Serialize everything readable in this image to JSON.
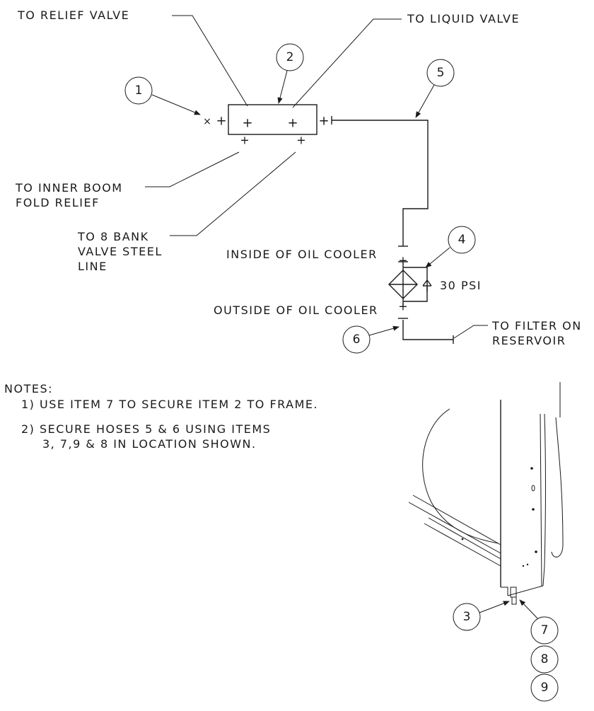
{
  "labels": {
    "to_relief_valve": "TO RELIEF VALVE",
    "to_liquid_valve": "TO LIQUID VALVE",
    "to_inner_boom_1": "TO INNER BOOM",
    "to_inner_boom_2": "FOLD RELIEF",
    "to_8_bank_1": "TO 8 BANK",
    "to_8_bank_2": "VALVE STEEL",
    "to_8_bank_3": "LINE",
    "inside_oil_cooler": "INSIDE OF OIL COOLER",
    "outside_oil_cooler": "OUTSIDE OF OIL COOLER",
    "pressure": "30 PSI",
    "to_filter_1": "TO FILTER ON",
    "to_filter_2": "RESERVOIR"
  },
  "notes": {
    "heading": "NOTES:",
    "note1": "1) USE ITEM 7 TO SECURE ITEM 2 TO FRAME.",
    "note2_line1": "2) SECURE HOSES 5 & 6 USING ITEMS",
    "note2_line2": "3, 7,9 & 8 IN LOCATION SHOWN."
  },
  "callouts": {
    "c1": "1",
    "c2": "2",
    "c3": "3",
    "c4": "4",
    "c5": "5",
    "c6": "6",
    "c7": "7",
    "c8": "8",
    "c9": "9"
  }
}
